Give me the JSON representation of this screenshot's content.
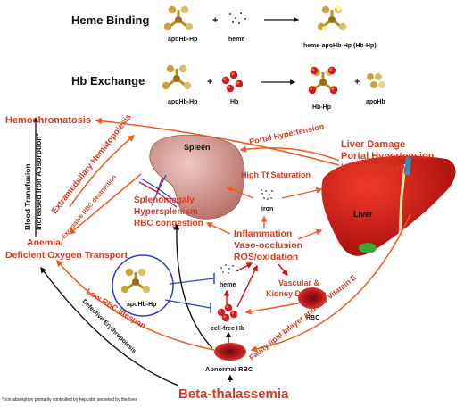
{
  "rows": {
    "heme_binding": {
      "title": "Heme Binding",
      "apo_label": "apoHb-Hp",
      "plus": "+",
      "heme_label": "heme",
      "product_label": "heme-apoHb-Hp (Hb-Hp)"
    },
    "hb_exchange": {
      "title": "Hb Exchange",
      "apo_label": "apoHb-Hp",
      "plus1": "+",
      "hb_label": "Hb",
      "product_label": "Hb-Hp",
      "plus2": "+",
      "apohb_label": "apoHb"
    }
  },
  "labels": {
    "hemochromatosis": "Hemochromatosis",
    "extramedullary": "Extramedullary Hematopoiesis",
    "excessive_rbc": "Excessive RBC destruction",
    "blood_transfusion": "Blood Transfusion",
    "increased_iron": "Increased Iron Absorption*",
    "spleen": "Spleen",
    "splenomegaly": "Splenomegaly",
    "hypersplenism": "Hypersplenism",
    "rbc_congestion": "RBC congestion",
    "anemia1": "Anemia/",
    "anemia2": "Deficient Oxygen Transport",
    "portal_hypertension_arrow": "Portal Hypertension",
    "high_tf": "High Tf Saturation",
    "iron": "iron",
    "liver_damage": "Liver Damage",
    "portal_hypertension": "Portal Hypertension",
    "hepatomegaly": "Hepatomegaly",
    "liver": "Liver",
    "inflammation": "Inflammation",
    "vaso_occlusion": "Vaso-occlusion",
    "ros": "ROS/oxidation",
    "vascular1": "Vascular &",
    "vascular2": "Kidney Damage",
    "apohb_hp": "apoHb-Hp",
    "heme": "heme",
    "cell_free_hb": "cell-free Hb",
    "rbc": "RBC",
    "low_rbc": "Low RBC lifespan",
    "faulty": "Faulty lipid bilayer and low Vitamin E",
    "defective": "Defective Erythropoiesis",
    "abnormal_rbc": "Abnormal RBC",
    "beta_thal": "Beta-thalassemia",
    "footnote": "*Iron absorption primarily controlled by hepcidin secreted by the liver"
  },
  "colors": {
    "accent_red": "#d63a1e",
    "arrow_orange": "#f05a1e",
    "spleen": "#c98a86",
    "liver": "#c81414",
    "rbc": "#a8161a",
    "hp_gold": "#b98a1a",
    "blue": "#3040c8"
  }
}
